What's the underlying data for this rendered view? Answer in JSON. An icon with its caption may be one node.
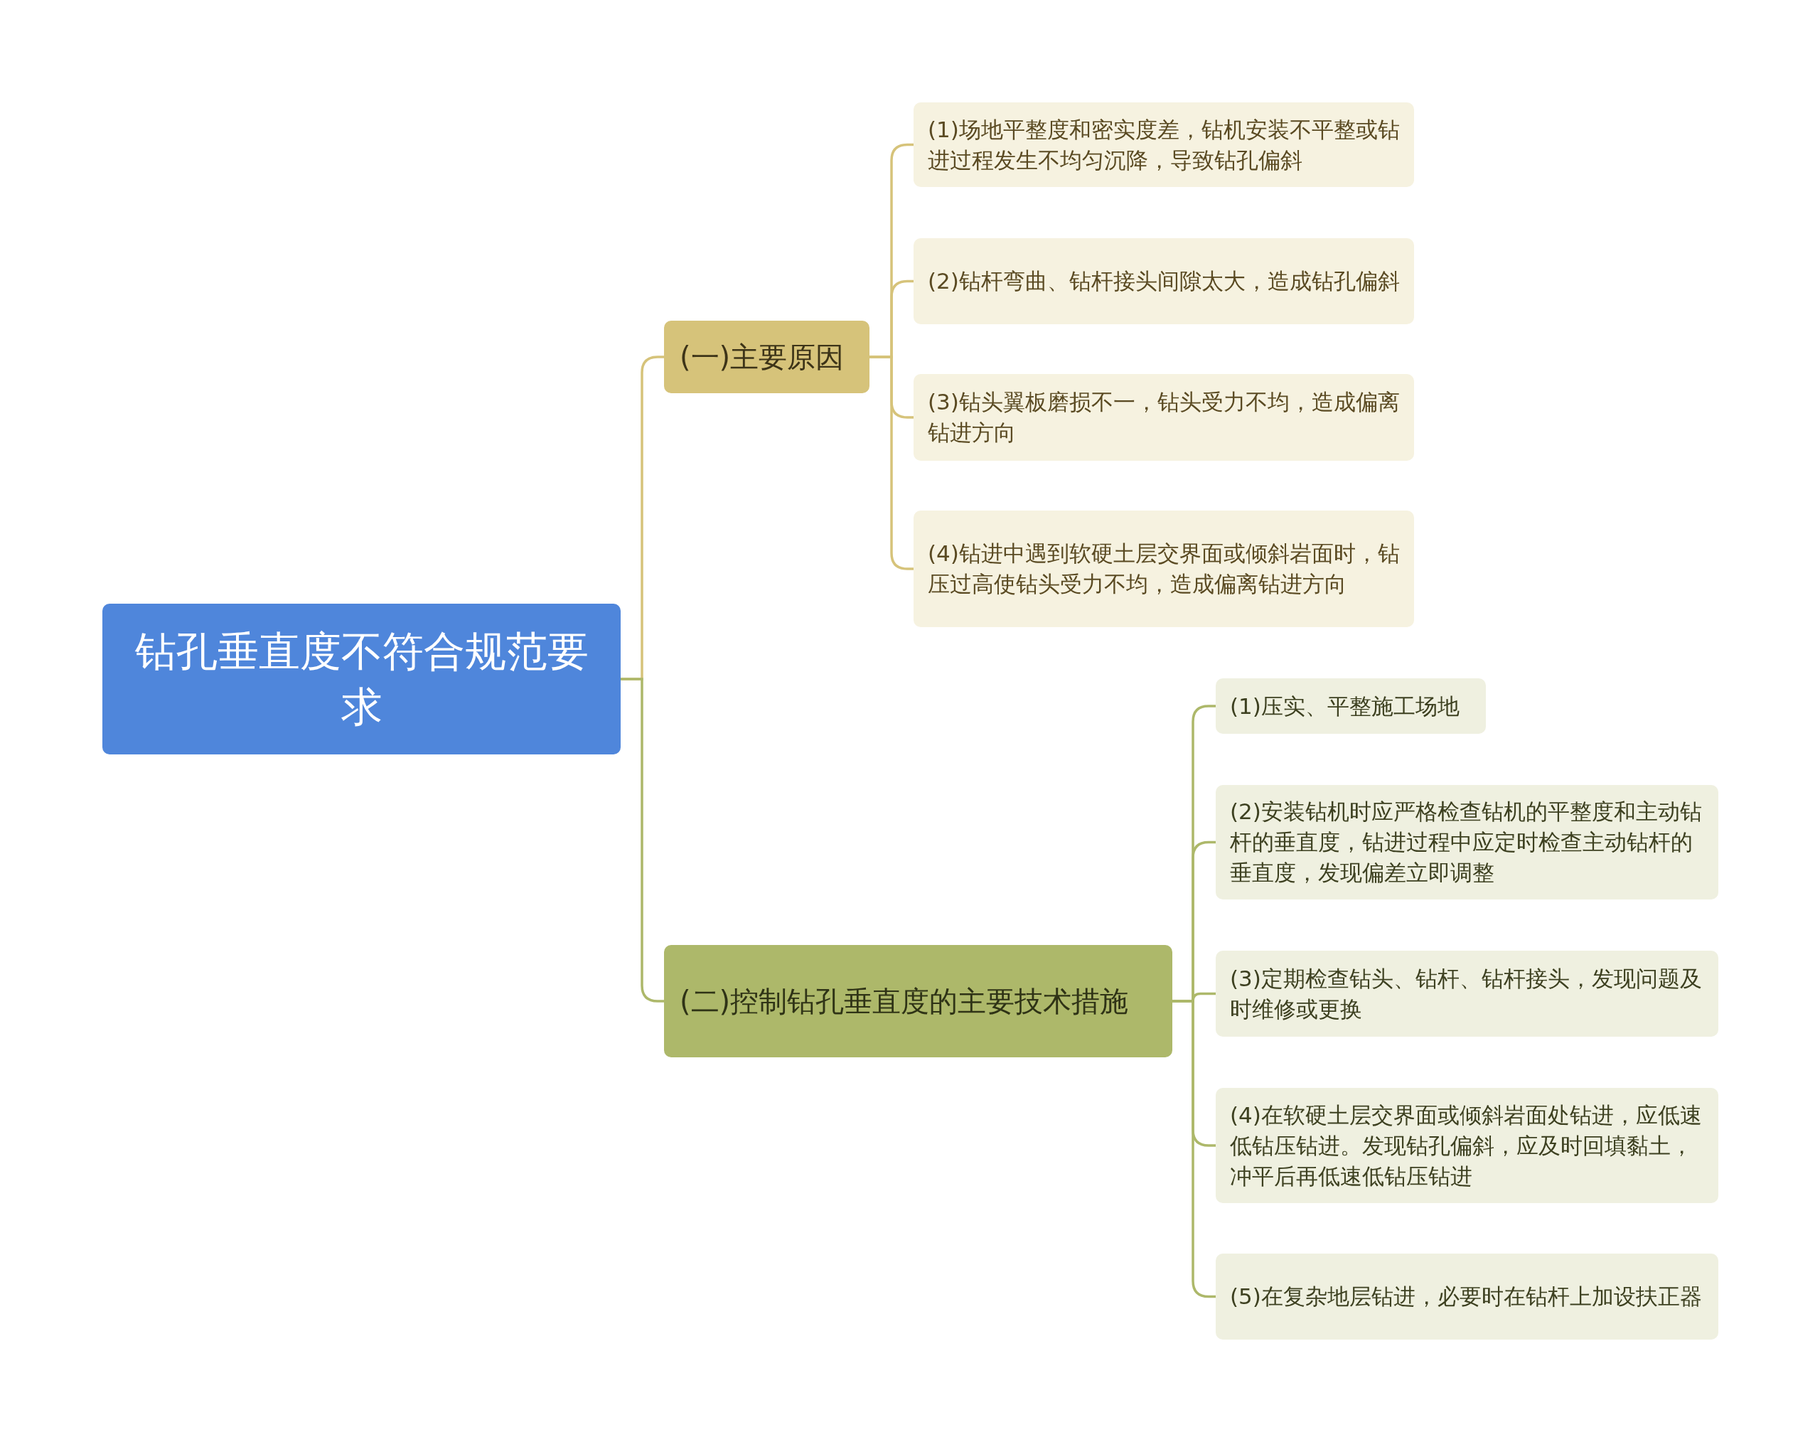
{
  "diagram": {
    "nodes": [
      {
        "text": [
          "钻孔垂直度不符合规范要求"
        ]
      },
      {
        "text": [
          "(一)主要原因"
        ]
      },
      {
        "text": [
          "(1)场地平整度和密实度差，钻机安装不平整或钻进过程发生不均匀沉降，导致钻孔偏斜"
        ]
      },
      {
        "text": [
          "(2)钻杆弯曲、钻杆接头间隙太大，造成钻孔偏斜"
        ]
      },
      {
        "text": [
          "(3)钻头翼板磨损不一，钻头受力不均，造成偏离钻进方向"
        ]
      },
      {
        "text": [
          "(4)钻进中遇到软硬土层交界面或倾斜岩面时，钻压过高使钻头受力不均，造成偏离钻进方向"
        ]
      },
      {
        "text": [
          "(二)控制钻孔垂直度的主要技术措施"
        ]
      },
      {
        "text": [
          "(1)压实、平整施工场地"
        ]
      },
      {
        "text": [
          "(2)安装钻机时应严格检查钻机的平整度和主动钻杆的垂直度，钻进过程中应定时检查主动钻杆的垂直度，发现偏差立即调整"
        ]
      },
      {
        "text": [
          "(3)定期检查钻头、钻杆、钻杆接头，发现问题及时维修或更换"
        ]
      },
      {
        "text": [
          "(4)在软硬土层交界面或倾斜岩面处钻进，应低速低钻压钻进。发现钻孔偏斜，应及时回填黏土，冲平后再低速低钻压钻进"
        ]
      },
      {
        "text": [
          "(5)在复杂地层钻进，必要时在钻杆上加设扶正器"
        ]
      }
    ],
    "edges": [
      {
        "from": 0,
        "to": 1,
        "arrow": "none",
        "color": "#d6c37a"
      },
      {
        "from": 1,
        "to": 2,
        "arrow": "none",
        "color": "#d6c37a"
      },
      {
        "from": 1,
        "to": 3,
        "arrow": "none",
        "color": "#d6c37a"
      },
      {
        "from": 1,
        "to": 4,
        "arrow": "none",
        "color": "#d6c37a"
      },
      {
        "from": 1,
        "to": 5,
        "arrow": "none",
        "color": "#d6c37a"
      },
      {
        "from": 0,
        "to": 6,
        "arrow": "none"
      },
      {
        "from": 6,
        "to": 7,
        "arrow": "none"
      },
      {
        "from": 6,
        "to": 8,
        "arrow": "none"
      },
      {
        "from": 6,
        "to": 9,
        "arrow": "none"
      },
      {
        "from": 6,
        "to": 10,
        "arrow": "none"
      },
      {
        "from": 6,
        "to": 11,
        "arrow": "none"
      }
    ]
  }
}
